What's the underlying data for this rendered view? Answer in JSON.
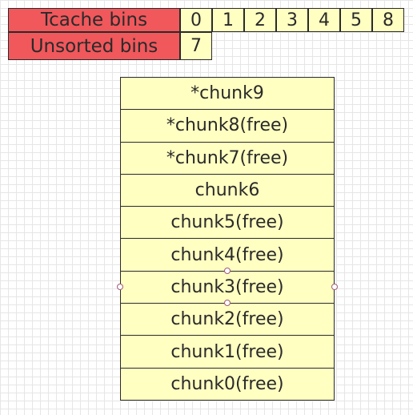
{
  "tcache": {
    "label": "Tcache bins",
    "entries": [
      "0",
      "1",
      "2",
      "3",
      "4",
      "5",
      "8"
    ]
  },
  "unsorted": {
    "label": "Unsorted bins",
    "entries": [
      "7"
    ]
  },
  "chunks": [
    "*chunk9",
    "*chunk8(free)",
    "*chunk7(free)",
    "chunk6",
    "chunk5(free)",
    "chunk4(free)",
    "chunk3(free)",
    "chunk2(free)",
    "chunk1(free)",
    "chunk0(free)"
  ],
  "colors": {
    "label_fill": "#f0585c",
    "cell_fill": "#ffffc2",
    "stroke": "#2a2a2a",
    "grid": "#e6e6e6"
  }
}
